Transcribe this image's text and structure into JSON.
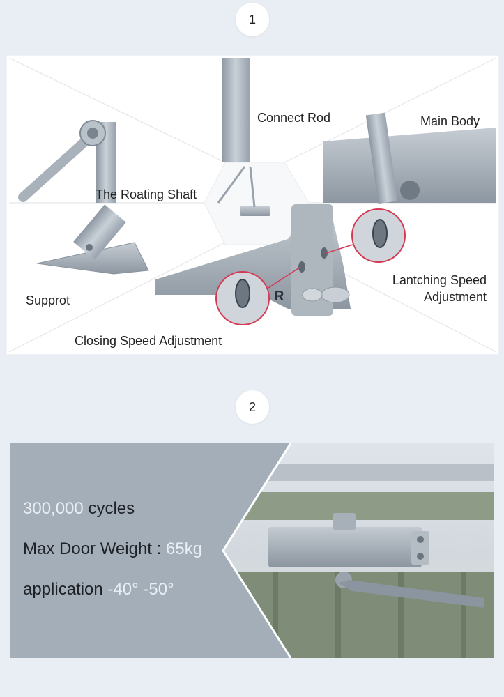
{
  "steps": {
    "first": "1",
    "second": "2"
  },
  "diagram": {
    "labels": {
      "connect_rod": "Connect Rod",
      "main_body": "Main Body",
      "rotating_shaft": "The Roating Shaft",
      "support": "Supprot",
      "latching_line1": "Lantching Speed",
      "latching_line2": "Adjustment",
      "closing_speed": "Closing Speed Adjustment"
    }
  },
  "specs": {
    "cycles_value": "300,000",
    "cycles_label": "cycles",
    "weight_label": "Max Door Weight :",
    "weight_value": "65kg",
    "application_label": "application",
    "application_value": "-40° -50°"
  }
}
